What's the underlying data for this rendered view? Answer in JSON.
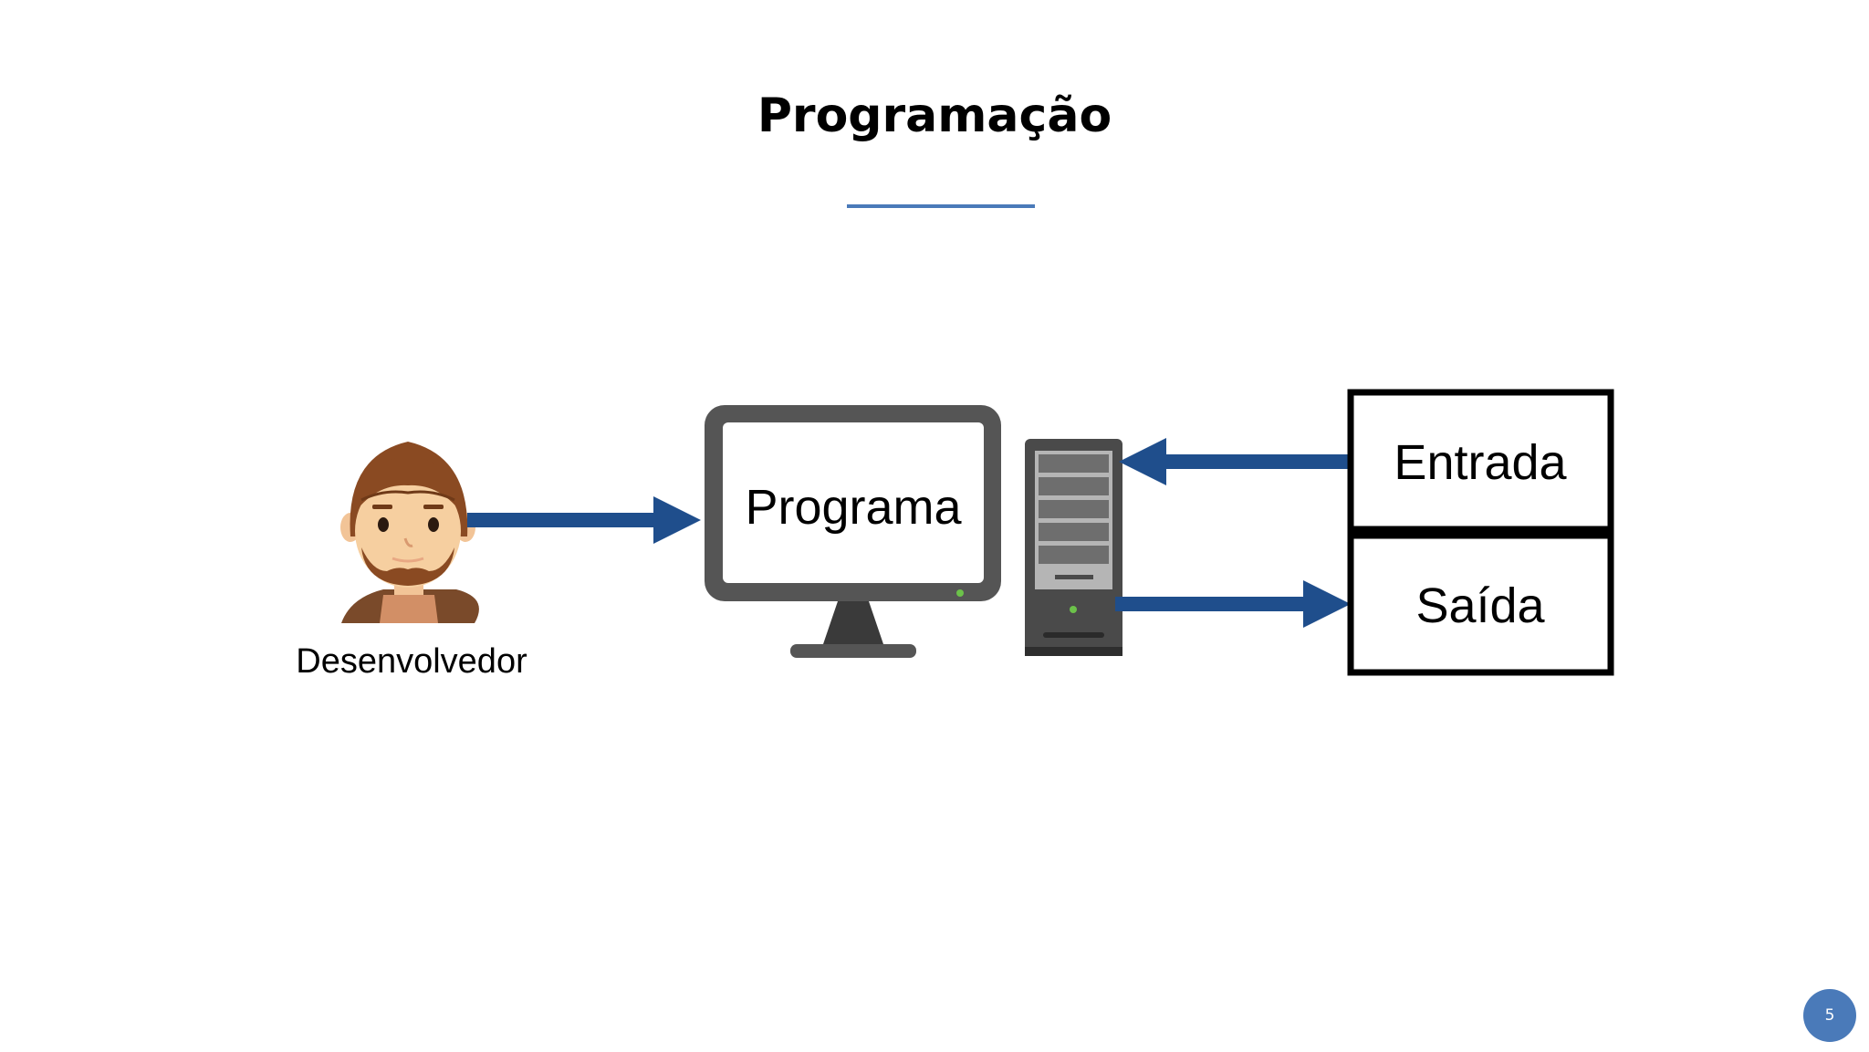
{
  "slide": {
    "title": "Programação",
    "page_number": "5",
    "accent_color": "#4a7ab9"
  },
  "diagram": {
    "developer_label": "Desenvolvedor",
    "monitor_label": "Programa",
    "input_label": "Entrada",
    "output_label": "Saída",
    "arrow_color": "#1f4e8c"
  }
}
